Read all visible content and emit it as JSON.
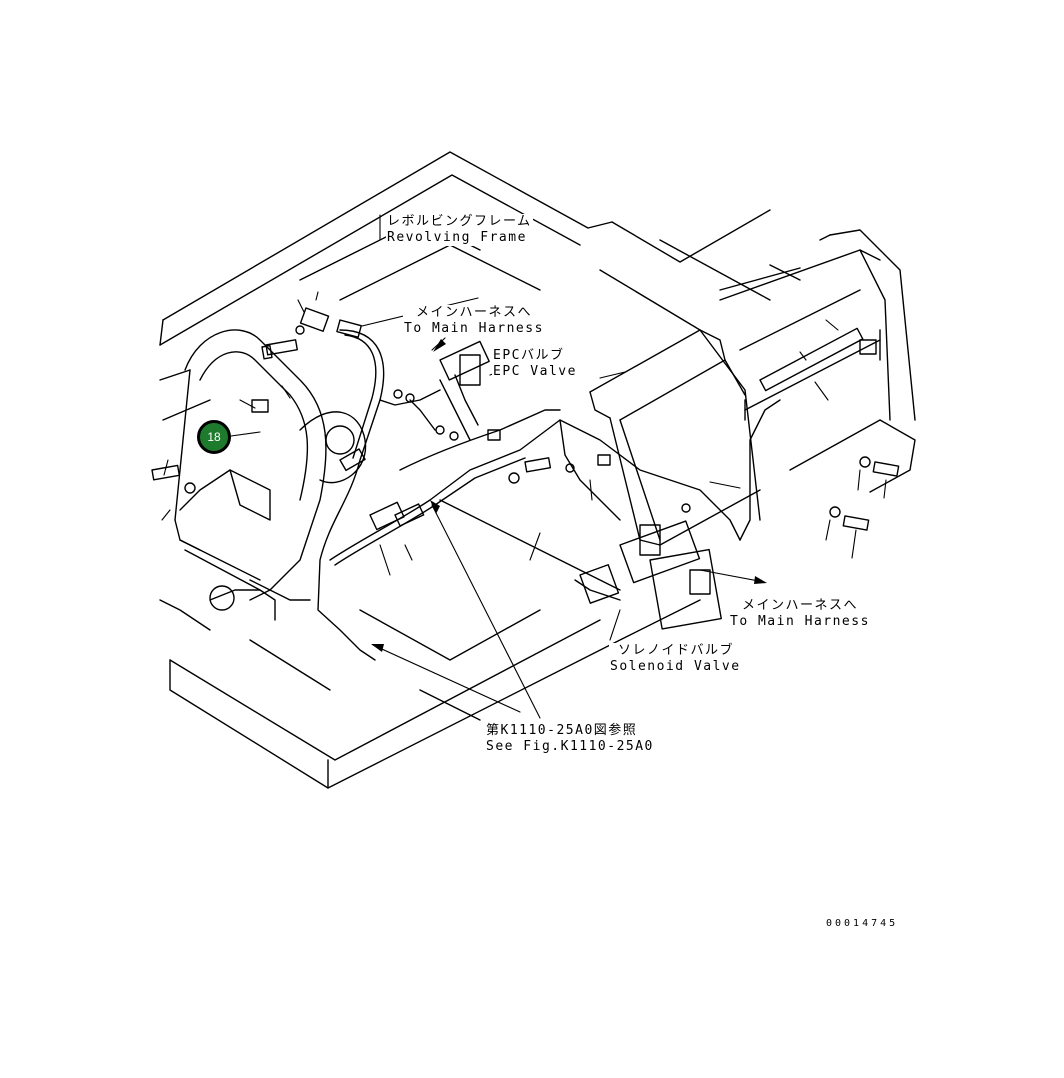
{
  "callout": {
    "number": "18"
  },
  "labels": {
    "revolving_frame": {
      "jp": "レボルビングフレーム",
      "en": "Revolving Frame"
    },
    "main_harness_top": {
      "jp": "メインハーネスへ",
      "en": "To Main Harness"
    },
    "epc_valve": {
      "jp": "EPCバルブ",
      "en": "EPC Valve"
    },
    "main_harness_right": {
      "jp": "メインハーネスへ",
      "en": "To Main Harness"
    },
    "solenoid_valve": {
      "jp": "ソレノイドバルブ",
      "en": "Solenoid Valve"
    },
    "see_fig": {
      "jp": "第K1110-25A0図参照",
      "en": "See Fig.K1110-25A0"
    }
  },
  "document_number": "00014745",
  "colors": {
    "callout_fill": "#1e7b2e",
    "line": "#000000",
    "background": "#ffffff"
  }
}
